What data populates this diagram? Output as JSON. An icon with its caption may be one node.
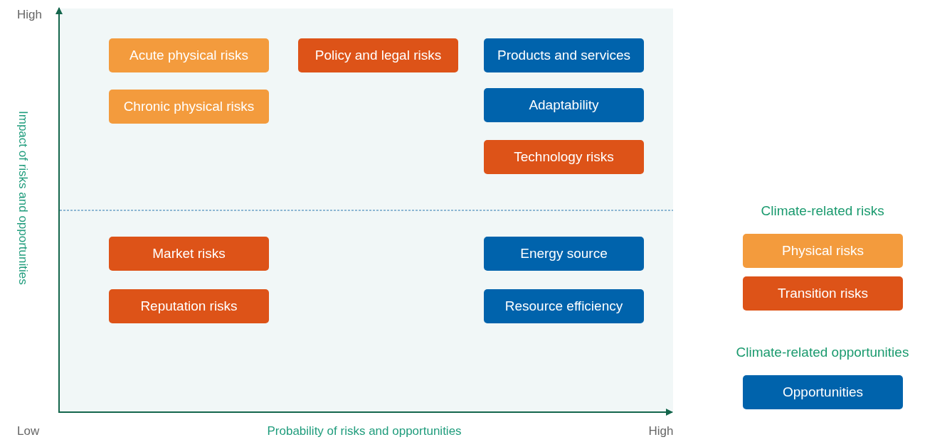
{
  "diagram": {
    "nodes": [
      {
        "text": [
          "Acute physical risks"
        ]
      },
      {
        "text": [
          "Policy and legal risks"
        ]
      },
      {
        "text": [
          "Products and services"
        ]
      },
      {
        "text": [
          "Chronic physical risks"
        ]
      },
      {
        "text": [
          "Adaptability"
        ]
      },
      {
        "text": [
          "Technology risks"
        ]
      },
      {
        "text": [
          "Market risks"
        ]
      },
      {
        "text": [
          "Energy source"
        ]
      },
      {
        "text": [
          "Reputation risks"
        ]
      },
      {
        "text": [
          "Resource efficiency"
        ]
      }
    ],
    "labels": [
      "High",
      "Impact of risks and opportunities",
      "Climate-related risks",
      "Climate-related opportunities",
      "Low",
      "Probability of risks and opportunities",
      "High"
    ],
    "legend": [
      {
        "text": "Physical risks",
        "color": "#f39b3d"
      },
      {
        "text": "Transition risks",
        "color": "#dd5318"
      },
      {
        "text": "Opportunities",
        "color": "#0063ac"
      }
    ]
  }
}
